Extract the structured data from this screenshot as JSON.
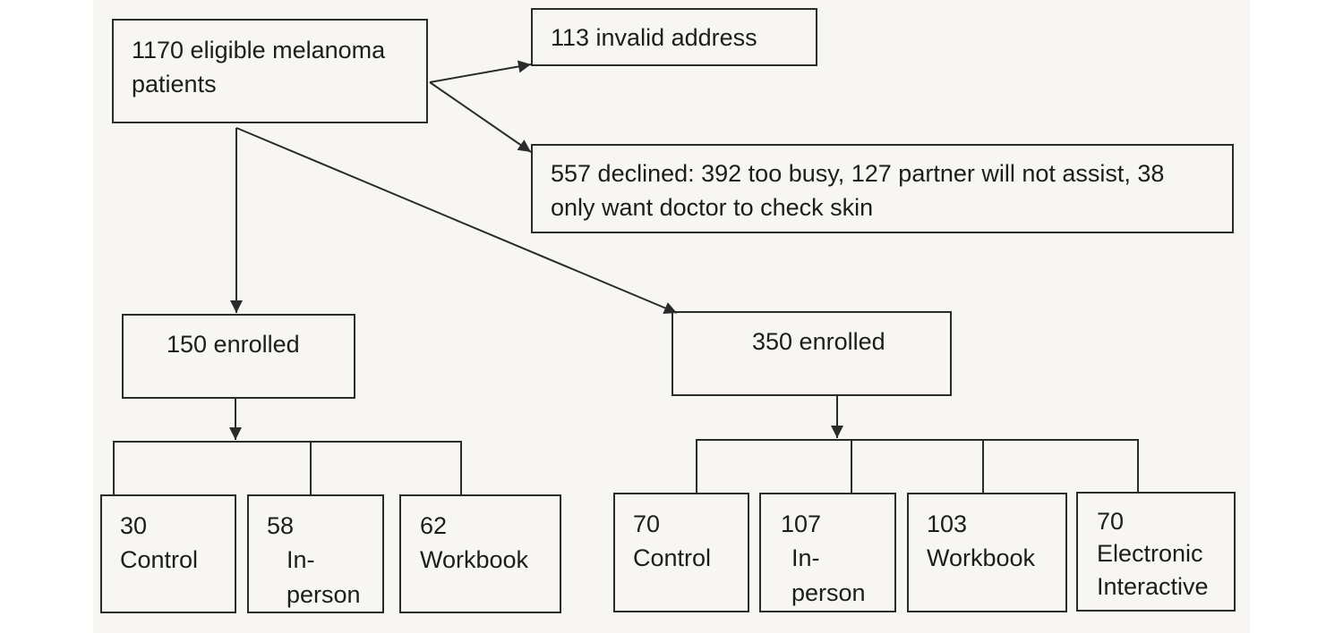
{
  "source": {
    "label": "1170 eligible melanoma patients"
  },
  "exclusions": [
    {
      "label": "113 invalid address"
    },
    {
      "label": "557 declined: 392 too busy, 127 partner will not assist, 38 only want doctor to check skin"
    }
  ],
  "arms": [
    {
      "label": "150 enrolled",
      "groups": [
        {
          "count": "30",
          "name": "Control"
        },
        {
          "count": "58",
          "name": "In-\nperson"
        },
        {
          "count": "62",
          "name": "Workbook"
        }
      ]
    },
    {
      "label": "350 enrolled",
      "groups": [
        {
          "count": "70",
          "name": "Control"
        },
        {
          "count": "107",
          "name": "In-\nperson"
        },
        {
          "count": "103",
          "name": "Workbook"
        },
        {
          "count": "70",
          "name": "Electronic\nInteractive"
        }
      ]
    }
  ],
  "colors": {
    "line": "#2b2b2b",
    "paper": "#f7f6f3",
    "text": "#1d1d1d"
  }
}
